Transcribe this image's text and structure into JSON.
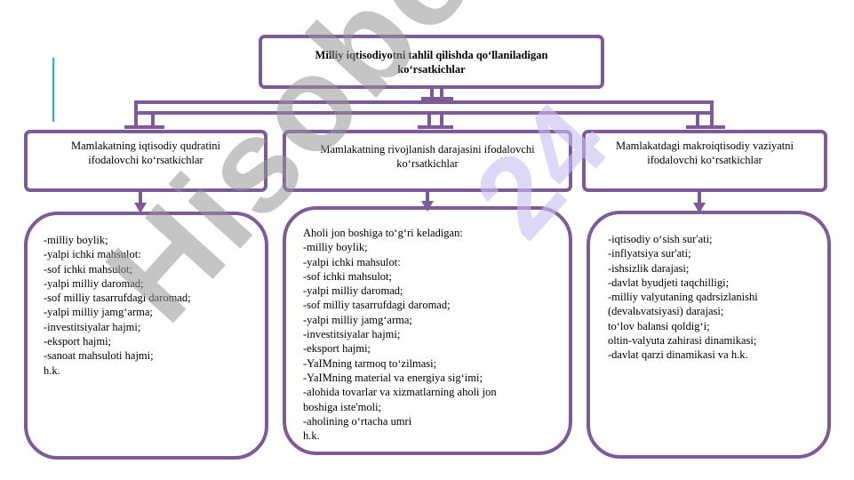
{
  "top": {
    "title_line1": "Milliy iqtisodiyotni tahlil qilishda qo‘llaniladigan",
    "title_line2": "ko‘rsatkichlar"
  },
  "categories": [
    {
      "line1": "Mamlakatning iqtisodiy qudratini",
      "line2": "ifodalovchi ko‘rsatkichlar"
    },
    {
      "line1": "Mamlakatning rivojlanish darajasini ifodalovchi",
      "line2": "ko‘rsatkichlar"
    },
    {
      "line1": "Mamlakatdagi makroiqtisodiy vaziyatni",
      "line2": "ifodalovchi ko‘rsatkichlar"
    }
  ],
  "lists": [
    [
      "-milliy  boylik;",
      "-yalpi ichki mahsulot:",
      "-sof ichki mahsulot;",
      "-yalpi milliy daromad;",
      "-sof milliy tasarrufdagi  daromad;",
      "-yalpi milliy jamg‘arma;",
      "-investitsiyalar hajmi;",
      "-eksport hajmi;",
      "-sanoat mahsuloti hajmi;",
      "h.k."
    ],
    [
      "Aholi jon boshiga to‘g‘ri keladigan:",
      "-milliy  boylik;",
      "-yalpi ichki mahsulot:",
      "-sof ichki mahsulot;",
      "-yalpi milliy daromad;",
      "-sof milliy tasarrufdagi  daromad;",
      "-yalpi  milliy jamg‘arma;",
      "-investitsiyalar hajmi;",
      "-eksport hajmi;",
      "-YaIMning tarmoq to‘zilmasi;",
      "-YaIMning material va energiya sig‘imi;",
      "-alohida tovarlar va xizmatlarning aholi jon",
      "boshiga iste'moli;",
      "-aholining o‘rtacha umri",
      "h.k."
    ],
    [
      "-iqtisodiy o‘sish sur'ati;",
      "-inflyatsiya sur'ati;",
      "-ishsizlik darajasi;",
      "-davlat byudjeti taqchilligi;",
      "-milliy valyutaning qadrsizlanishi",
      "(devalьvatsiyasi) darajasi;",
      "to‘lov balansi qoldig‘i;",
      "oltin-valyuta zahirasi dinamikasi;",
      "-davlat qarzi dinamikasi va h.k."
    ]
  ],
  "watermark": {
    "main": "Hisobot",
    "corner": "24"
  }
}
